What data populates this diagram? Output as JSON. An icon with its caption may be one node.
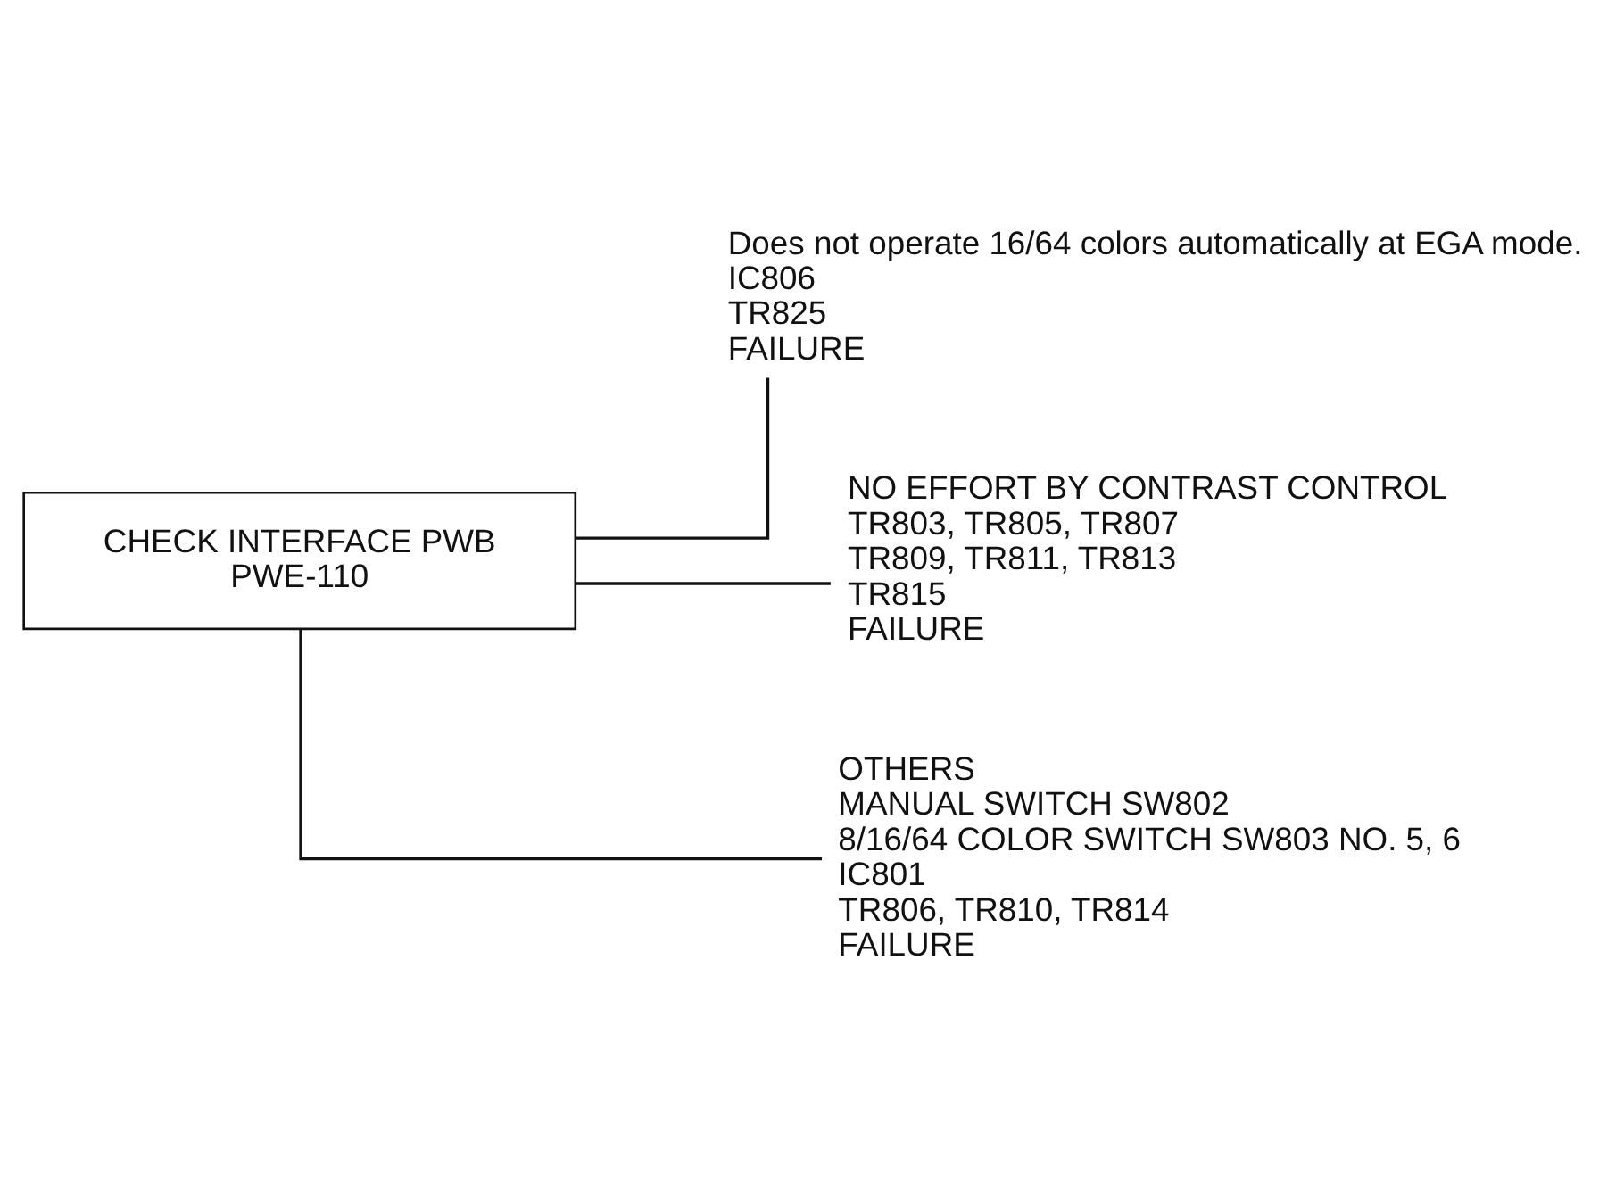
{
  "diagram": {
    "nodes": [
      {
        "text": [
          "CHECK INTERFACE PWB",
          "PWE-110"
        ]
      },
      {
        "text": [
          "Does not operate 16/64 colors automatically at EGA mode.",
          "IC806",
          "TR825",
          "FAILURE"
        ]
      },
      {
        "text": [
          "NO EFFORT BY CONTRAST CONTROL",
          "TR803, TR805, TR807",
          "TR809, TR811, TR813",
          "TR815",
          "FAILURE"
        ]
      },
      {
        "text": [
          "OTHERS",
          "MANUAL SWITCH SW802",
          "8/16/64 COLOR SWITCH SW803 NO. 5, 6",
          "IC801",
          "TR806, TR810, TR814",
          "FAILURE"
        ]
      }
    ],
    "edges": [
      {
        "from": 0,
        "to": 1,
        "arrow": "none"
      },
      {
        "from": 0,
        "to": 2,
        "arrow": "none"
      },
      {
        "from": 0,
        "to": 3,
        "arrow": "none"
      }
    ]
  }
}
